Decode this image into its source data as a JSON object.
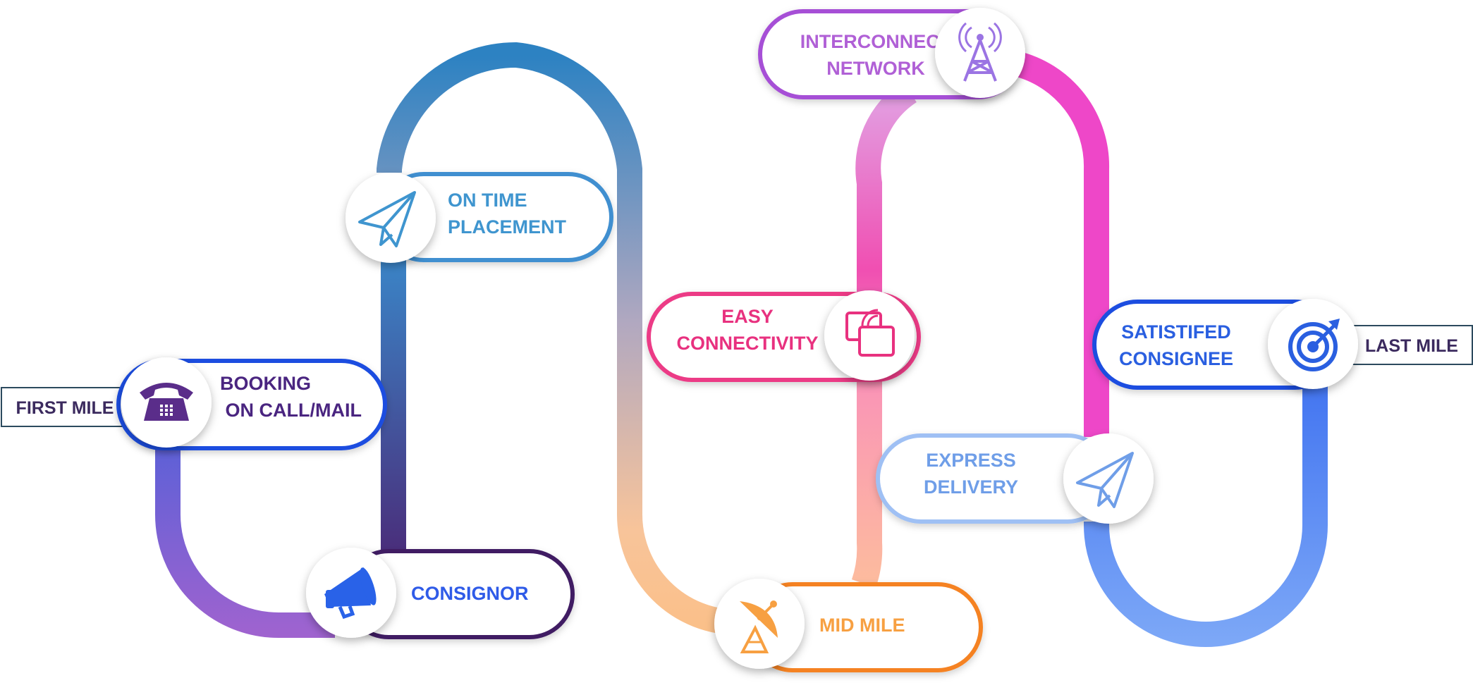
{
  "tags": {
    "start": "FIRST MILE",
    "end": "LAST MILE"
  },
  "steps": [
    {
      "id": "booking",
      "lines": [
        "BOOKING",
        " ON CALL/MAIL"
      ],
      "icon": "telephone-icon",
      "color": "#1d4ee0",
      "text_color": "#4a2580"
    },
    {
      "id": "consignor",
      "lines": [
        "CONSIGNOR"
      ],
      "icon": "megaphone-icon",
      "color": "#3f1d63",
      "text_color": "#2f5be8"
    },
    {
      "id": "on-time-placement",
      "lines": [
        "ON TIME",
        "PLACEMENT"
      ],
      "icon": "paper-plane-icon",
      "color": "#3f8fd0",
      "text_color": "#3f95cf"
    },
    {
      "id": "mid-mile",
      "lines": [
        "MID MILE"
      ],
      "icon": "satellite-dish-icon",
      "color": "#f58220",
      "text_color": "#f7a042"
    },
    {
      "id": "easy-connectivity",
      "lines": [
        "EASY",
        "CONNECTIVITY"
      ],
      "icon": "cast-screen-icon",
      "color": "#ec3a86",
      "text_color": "#e8317f"
    },
    {
      "id": "interconnect-network",
      "lines": [
        "INTERCONNECT",
        "NETWORK"
      ],
      "icon": "signal-tower-icon",
      "color": "#a64fd6",
      "text_color": "#b060d6"
    },
    {
      "id": "express-delivery",
      "lines": [
        "EXPRESS",
        "DELIVERY"
      ],
      "icon": "paper-plane-icon",
      "color": "#9fc0f4",
      "text_color": "#6f9ee8"
    },
    {
      "id": "satisfied-consignee",
      "lines": [
        "SATISTIFED",
        "CONSIGNEE"
      ],
      "icon": "target-icon",
      "color": "#1d4ee0",
      "text_color": "#2a5fe0"
    }
  ]
}
